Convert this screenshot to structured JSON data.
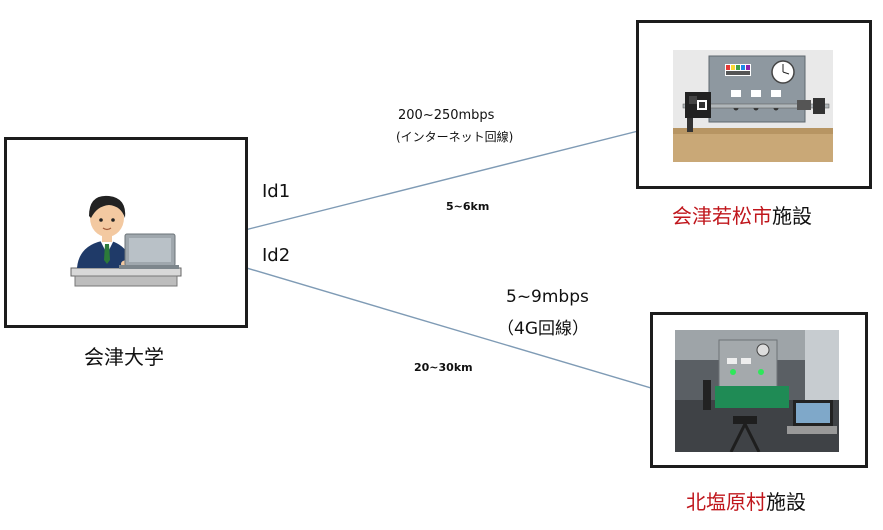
{
  "nodes": {
    "university": {
      "label": "会津大学"
    },
    "aizuwakamatsu": {
      "label_red": "会津若松市",
      "label_suffix": "施設"
    },
    "kitashiobara": {
      "label_red": "北塩原村",
      "label_suffix": "施設"
    }
  },
  "links": {
    "id1": {
      "name": "Id1",
      "bandwidth": "200~250mbps",
      "medium": "(インターネット回線)",
      "distance": "5~6km"
    },
    "id2": {
      "name": "Id2",
      "bandwidth": "5~9mbps",
      "medium": "（4G回線）",
      "distance": "20~30km"
    }
  },
  "colors": {
    "arrow": "#7f9bb5",
    "highlight_text": "#c0171d",
    "box_border": "#1c1c1c"
  },
  "icons": [
    "office-worker-laptop-illustration",
    "aizu-equipment-photo",
    "kitashiobara-equipment-photo"
  ]
}
